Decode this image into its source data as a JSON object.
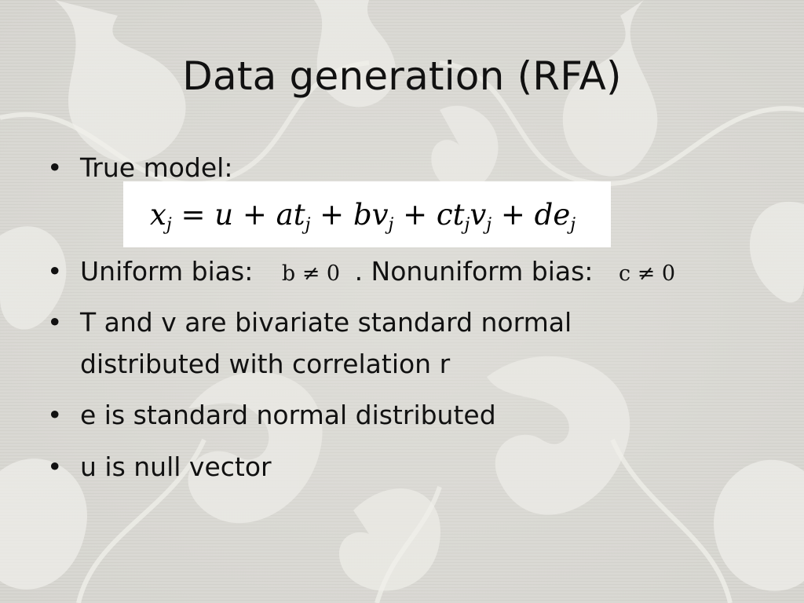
{
  "slide": {
    "title": "Data generation (RFA)",
    "bullets": [
      {
        "text": "True model:"
      },
      {
        "text_a": "Uniform bias:",
        "math_a": "b ≠ 0",
        "text_b": ". Nonuniform bias:",
        "math_b": "c ≠ 0"
      },
      {
        "line1": "T and v are bivariate standard normal",
        "line2": "distributed with correlation r"
      },
      {
        "text": "e is standard normal distributed"
      },
      {
        "text": "u is null vector"
      }
    ],
    "bullet_glyph": "•",
    "formula": {
      "lhs_var": "x",
      "lhs_sub": "j",
      "equals": "=",
      "u": "u",
      "plus": "+",
      "a": "a",
      "t": "t",
      "b": "b",
      "v": "v",
      "c": "c",
      "d": "d",
      "e": "e",
      "sub": "j"
    }
  },
  "colors": {
    "background": "#d9d8d3",
    "pattern": "#f2f1ec",
    "text": "#111111",
    "formula_box": "#ffffff"
  }
}
